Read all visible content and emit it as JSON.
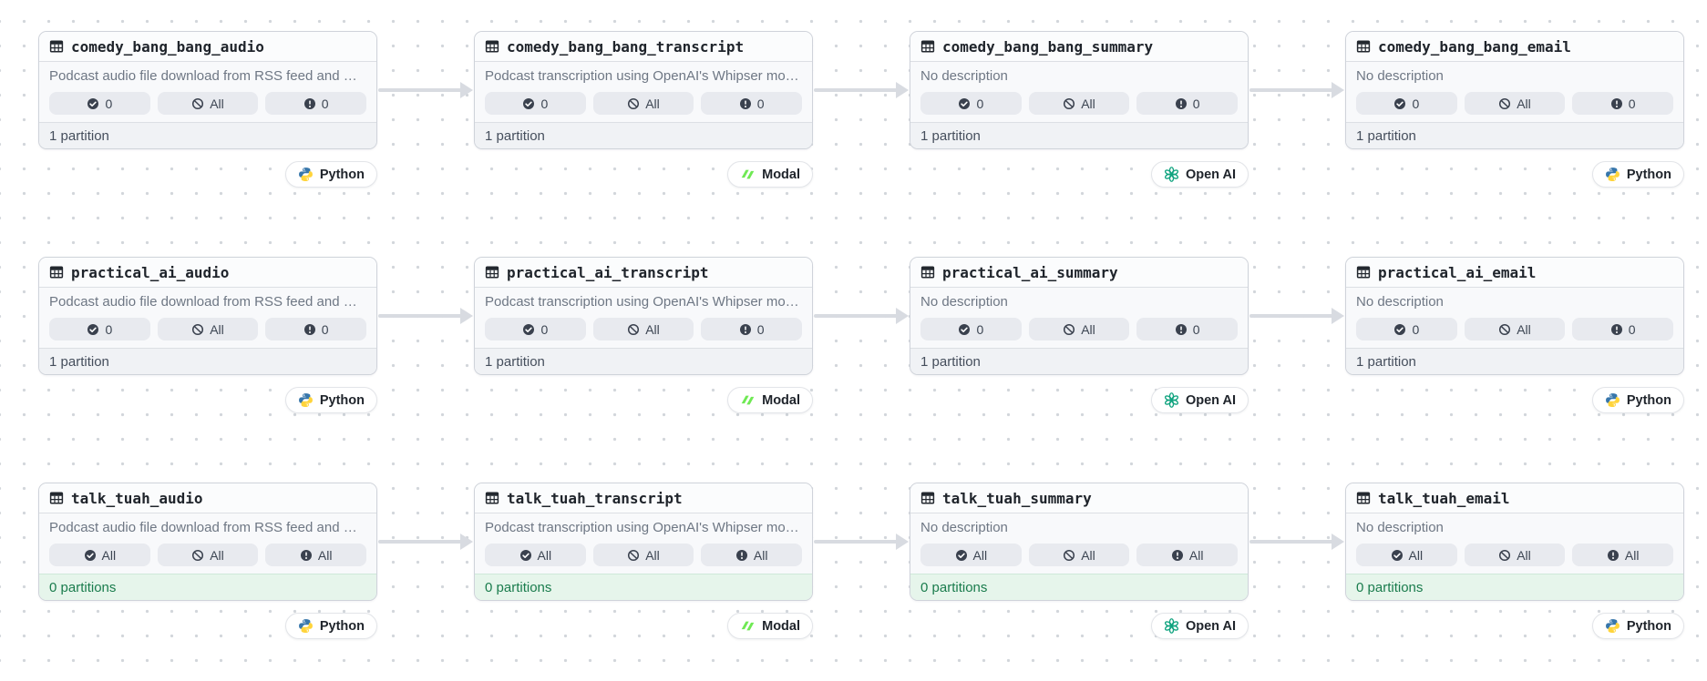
{
  "canvas": {
    "dot_color": "#d2d6db",
    "edge_color": "#d8dbe1",
    "success_text_color": "#1a7c4d",
    "success_bg_color": "#e6f5eb"
  },
  "badge_icons": {
    "materialized": "check-circle-icon",
    "failed": "ban-icon",
    "missing": "alert-circle-icon"
  },
  "assets": [
    {
      "title": "comedy_bang_bang_audio",
      "description": "Podcast audio file download from RSS feed and …",
      "materialized": "0",
      "failed": "All",
      "missing": "0",
      "partitions": "1 partition",
      "partitions_status": "neutral",
      "tag": "Python",
      "tag_icon": "python-icon"
    },
    {
      "title": "comedy_bang_bang_transcript",
      "description": "Podcast transcription using OpenAI's Whipser mo…",
      "materialized": "0",
      "failed": "All",
      "missing": "0",
      "partitions": "1 partition",
      "partitions_status": "neutral",
      "tag": "Modal",
      "tag_icon": "modal-icon"
    },
    {
      "title": "comedy_bang_bang_summary",
      "description": "No description",
      "materialized": "0",
      "failed": "All",
      "missing": "0",
      "partitions": "1 partition",
      "partitions_status": "neutral",
      "tag": "Open AI",
      "tag_icon": "openai-icon"
    },
    {
      "title": "comedy_bang_bang_email",
      "description": "No description",
      "materialized": "0",
      "failed": "All",
      "missing": "0",
      "partitions": "1 partition",
      "partitions_status": "neutral",
      "tag": "Python",
      "tag_icon": "python-icon"
    },
    {
      "title": "practical_ai_audio",
      "description": "Podcast audio file download from RSS feed and …",
      "materialized": "0",
      "failed": "All",
      "missing": "0",
      "partitions": "1 partition",
      "partitions_status": "neutral",
      "tag": "Python",
      "tag_icon": "python-icon"
    },
    {
      "title": "practical_ai_transcript",
      "description": "Podcast transcription using OpenAI's Whipser mo…",
      "materialized": "0",
      "failed": "All",
      "missing": "0",
      "partitions": "1 partition",
      "partitions_status": "neutral",
      "tag": "Modal",
      "tag_icon": "modal-icon"
    },
    {
      "title": "practical_ai_summary",
      "description": "No description",
      "materialized": "0",
      "failed": "All",
      "missing": "0",
      "partitions": "1 partition",
      "partitions_status": "neutral",
      "tag": "Open AI",
      "tag_icon": "openai-icon"
    },
    {
      "title": "practical_ai_email",
      "description": "No description",
      "materialized": "0",
      "failed": "All",
      "missing": "0",
      "partitions": "1 partition",
      "partitions_status": "neutral",
      "tag": "Python",
      "tag_icon": "python-icon"
    },
    {
      "title": "talk_tuah_audio",
      "description": "Podcast audio file download from RSS feed and …",
      "materialized": "All",
      "failed": "All",
      "missing": "All",
      "partitions": "0 partitions",
      "partitions_status": "success",
      "tag": "Python",
      "tag_icon": "python-icon"
    },
    {
      "title": "talk_tuah_transcript",
      "description": "Podcast transcription using OpenAI's Whipser mo…",
      "materialized": "All",
      "failed": "All",
      "missing": "All",
      "partitions": "0 partitions",
      "partitions_status": "success",
      "tag": "Modal",
      "tag_icon": "modal-icon"
    },
    {
      "title": "talk_tuah_summary",
      "description": "No description",
      "materialized": "All",
      "failed": "All",
      "missing": "All",
      "partitions": "0 partitions",
      "partitions_status": "success",
      "tag": "Open AI",
      "tag_icon": "openai-icon"
    },
    {
      "title": "talk_tuah_email",
      "description": "No description",
      "materialized": "All",
      "failed": "All",
      "missing": "All",
      "partitions": "0 partitions",
      "partitions_status": "success",
      "tag": "Python",
      "tag_icon": "python-icon"
    }
  ]
}
